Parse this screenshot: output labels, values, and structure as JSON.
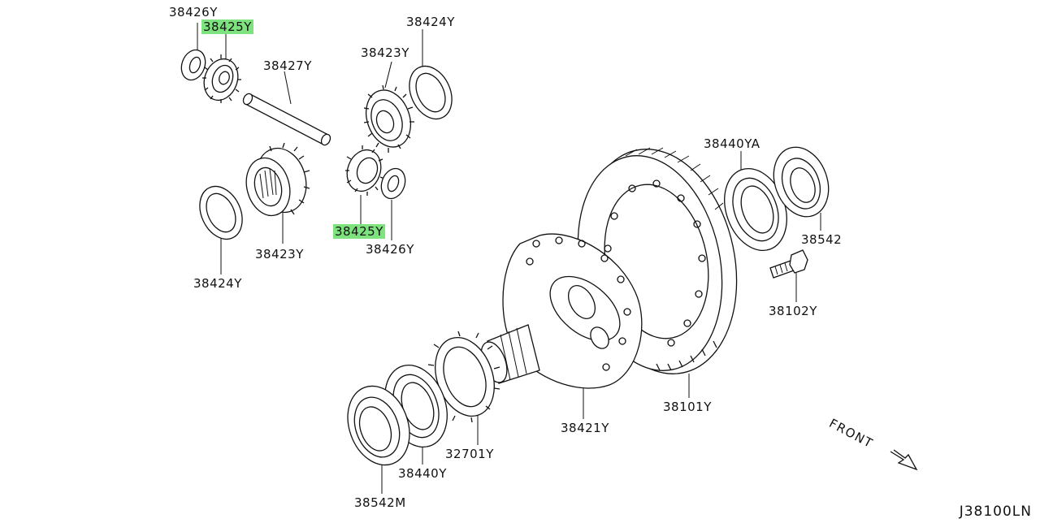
{
  "diagram_id": "J38100LN",
  "direction_label": "FRONT",
  "highlight_color": "#7ee27e",
  "parts": {
    "p38426y_top": "38426Y",
    "p38425y_top": "38425Y",
    "p38427y": "38427Y",
    "p38424y_top": "38424Y",
    "p38423y_top": "38423Y",
    "p38423y_bottom": "38423Y",
    "p38424y_bottom": "38424Y",
    "p38425y_bottom": "38425Y",
    "p38426y_bottom": "38426Y",
    "p38440ya": "38440YA",
    "p38542": "38542",
    "p38102y": "38102Y",
    "p38101y": "38101Y",
    "p38421y": "38421Y",
    "p32701y": "32701Y",
    "p38440y": "38440Y",
    "p38542m": "38542M"
  }
}
